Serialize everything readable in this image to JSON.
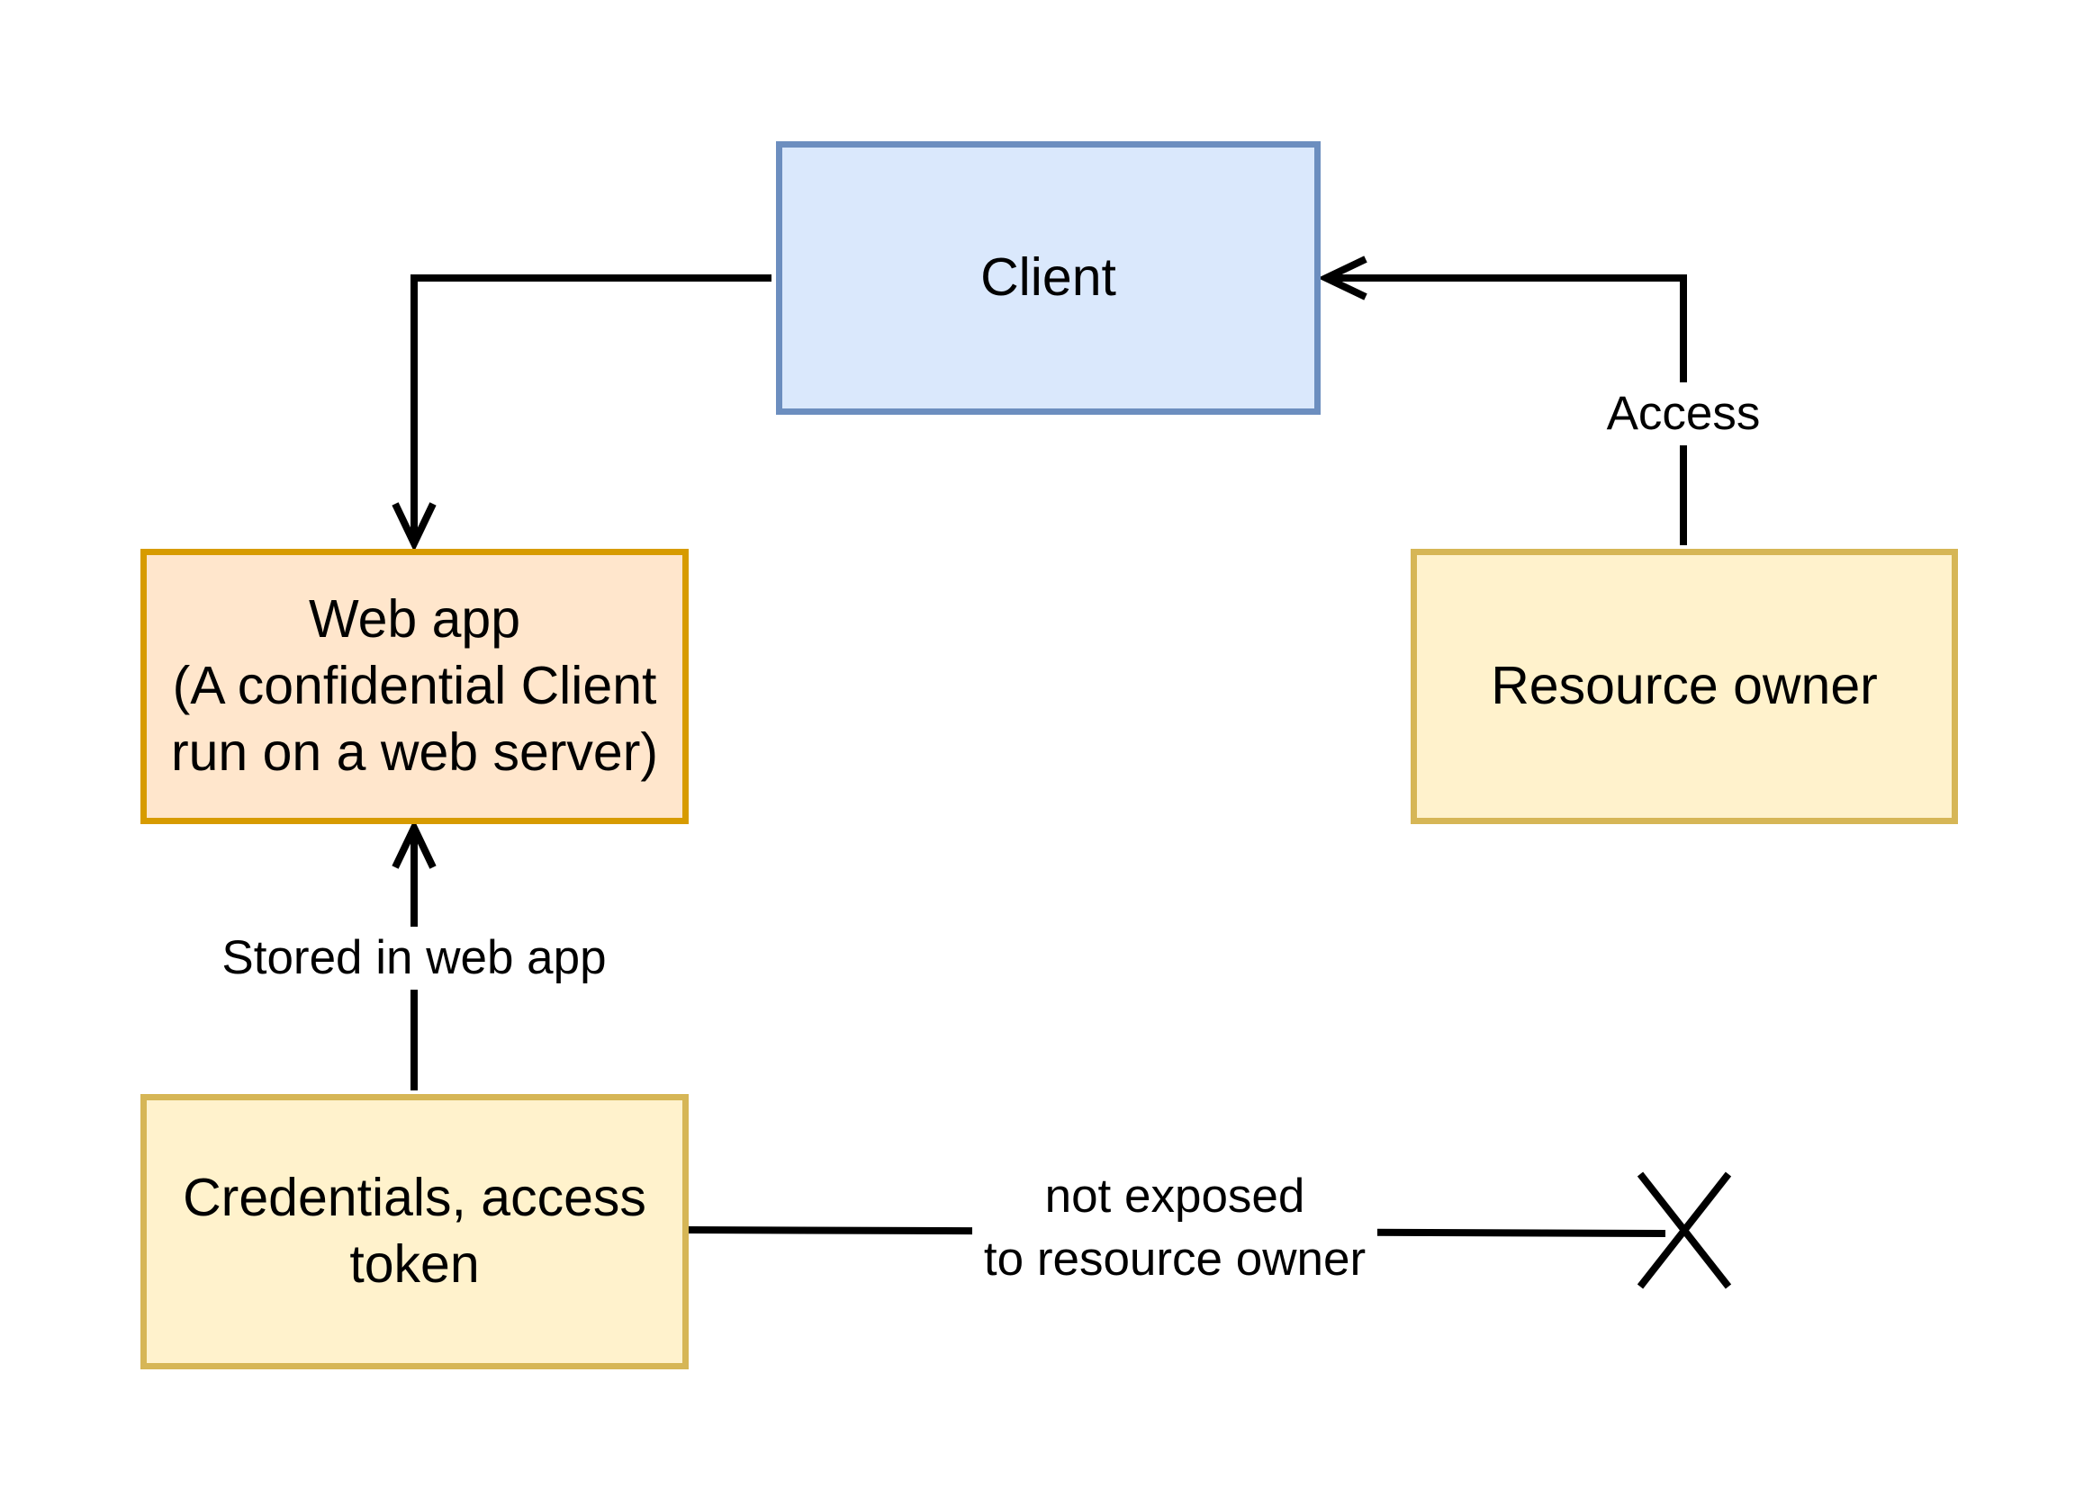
{
  "colors": {
    "client_fill": "#dae8fc",
    "client_stroke": "#6c8ebf",
    "webapp_fill": "#ffe6cc",
    "webapp_stroke": "#d79b00",
    "owner_fill": "#fff2cc",
    "owner_stroke": "#d6b656",
    "line": "#000000"
  },
  "nodes": {
    "client": "Client",
    "webapp": "Web app\n(A confidential Client\nrun on a web server)",
    "owner": "Resource owner",
    "credentials": "Credentials, access\ntoken"
  },
  "edges": {
    "access_label": "Access",
    "stored_label": "Stored in web app",
    "exposed_label": "not exposed\nto resource owner"
  }
}
